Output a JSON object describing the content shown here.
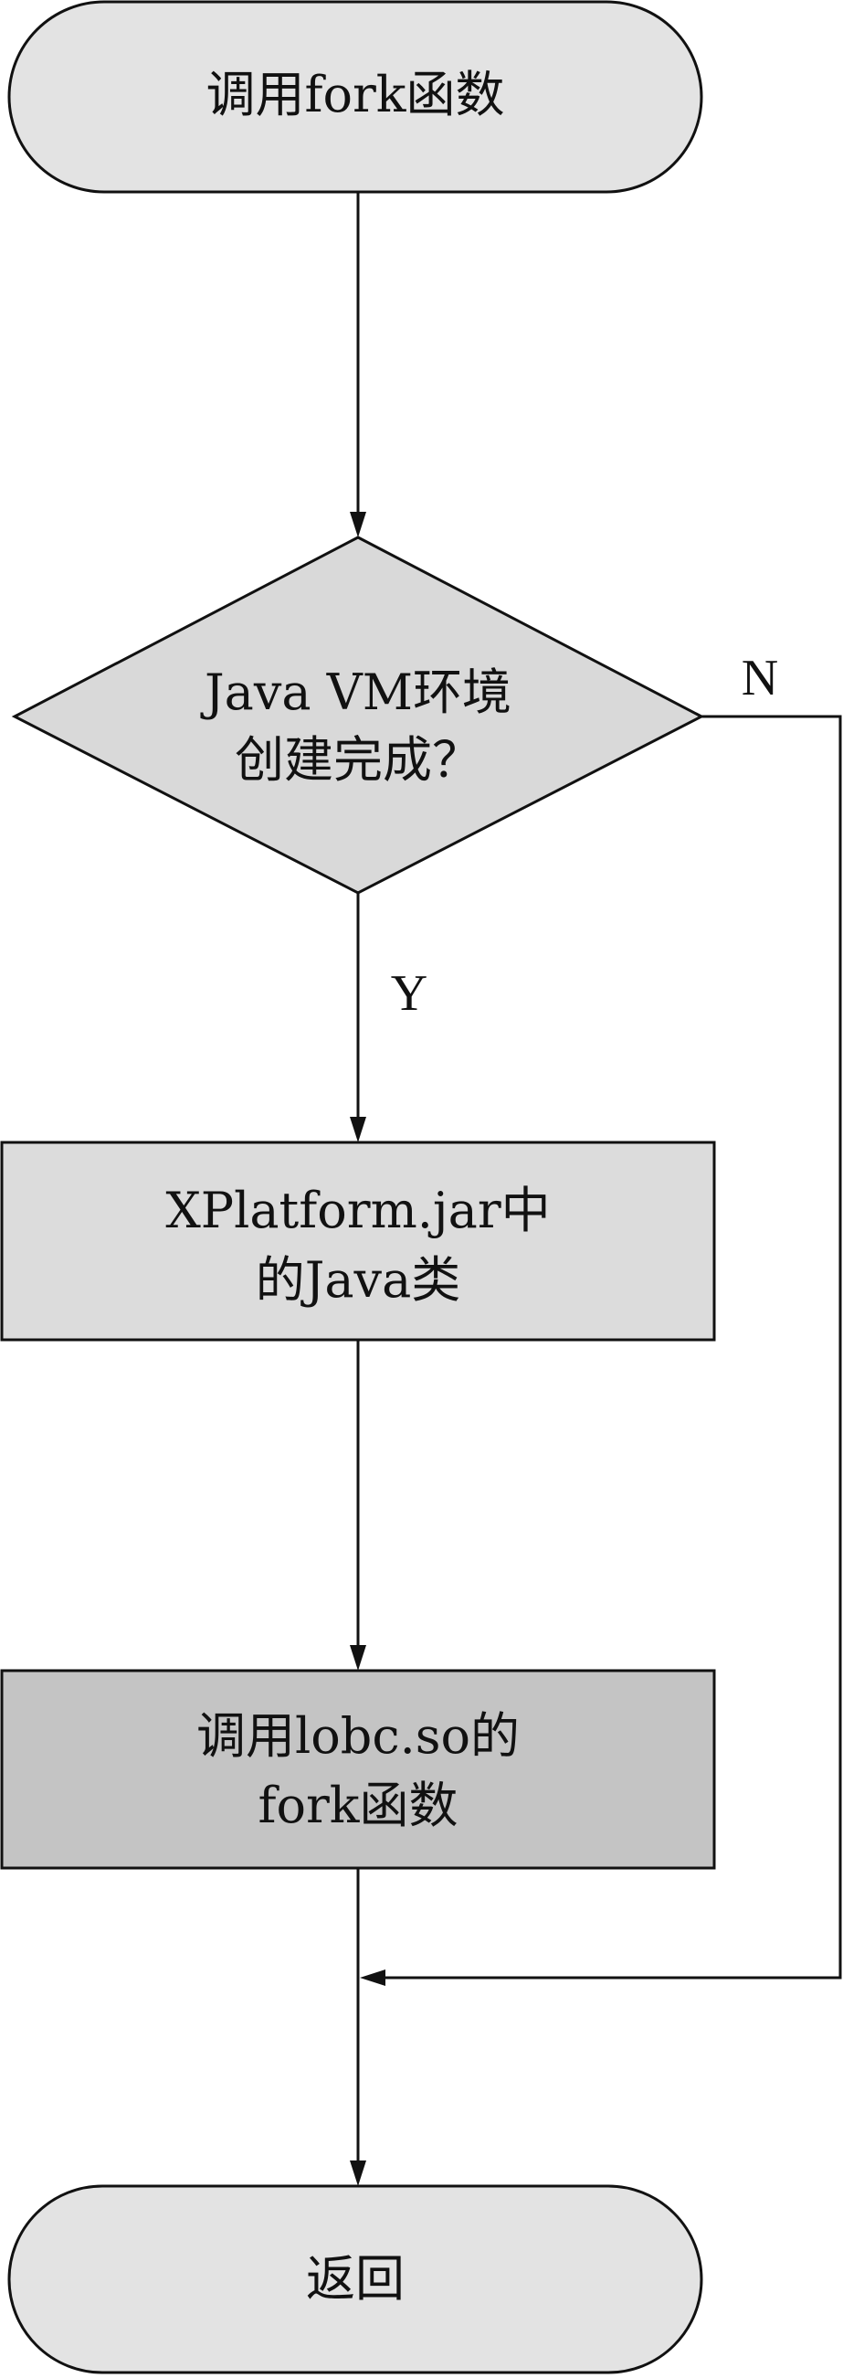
{
  "diagram": {
    "type": "flowchart",
    "nodes": {
      "start": {
        "shape": "terminal",
        "lines": [
          "调用fork函数"
        ]
      },
      "decision": {
        "shape": "decision",
        "lines": [
          "Java VM环境",
          "创建完成？"
        ]
      },
      "process1": {
        "shape": "process",
        "lines": [
          "XPlatform.jar中",
          "的Java类"
        ]
      },
      "process2": {
        "shape": "process",
        "lines": [
          "调用lobc.so的",
          "fork函数"
        ]
      },
      "end": {
        "shape": "terminal",
        "lines": [
          "返回"
        ]
      }
    },
    "edges": {
      "yes_label": "Y",
      "no_label": "N"
    },
    "colors": {
      "terminal_fill": "#e3e3e3",
      "decision_fill": "#d9d9d9",
      "process_fill": "#dcdcdc",
      "process_dark_fill": "#c4c4c4",
      "stroke": "#111111"
    }
  }
}
